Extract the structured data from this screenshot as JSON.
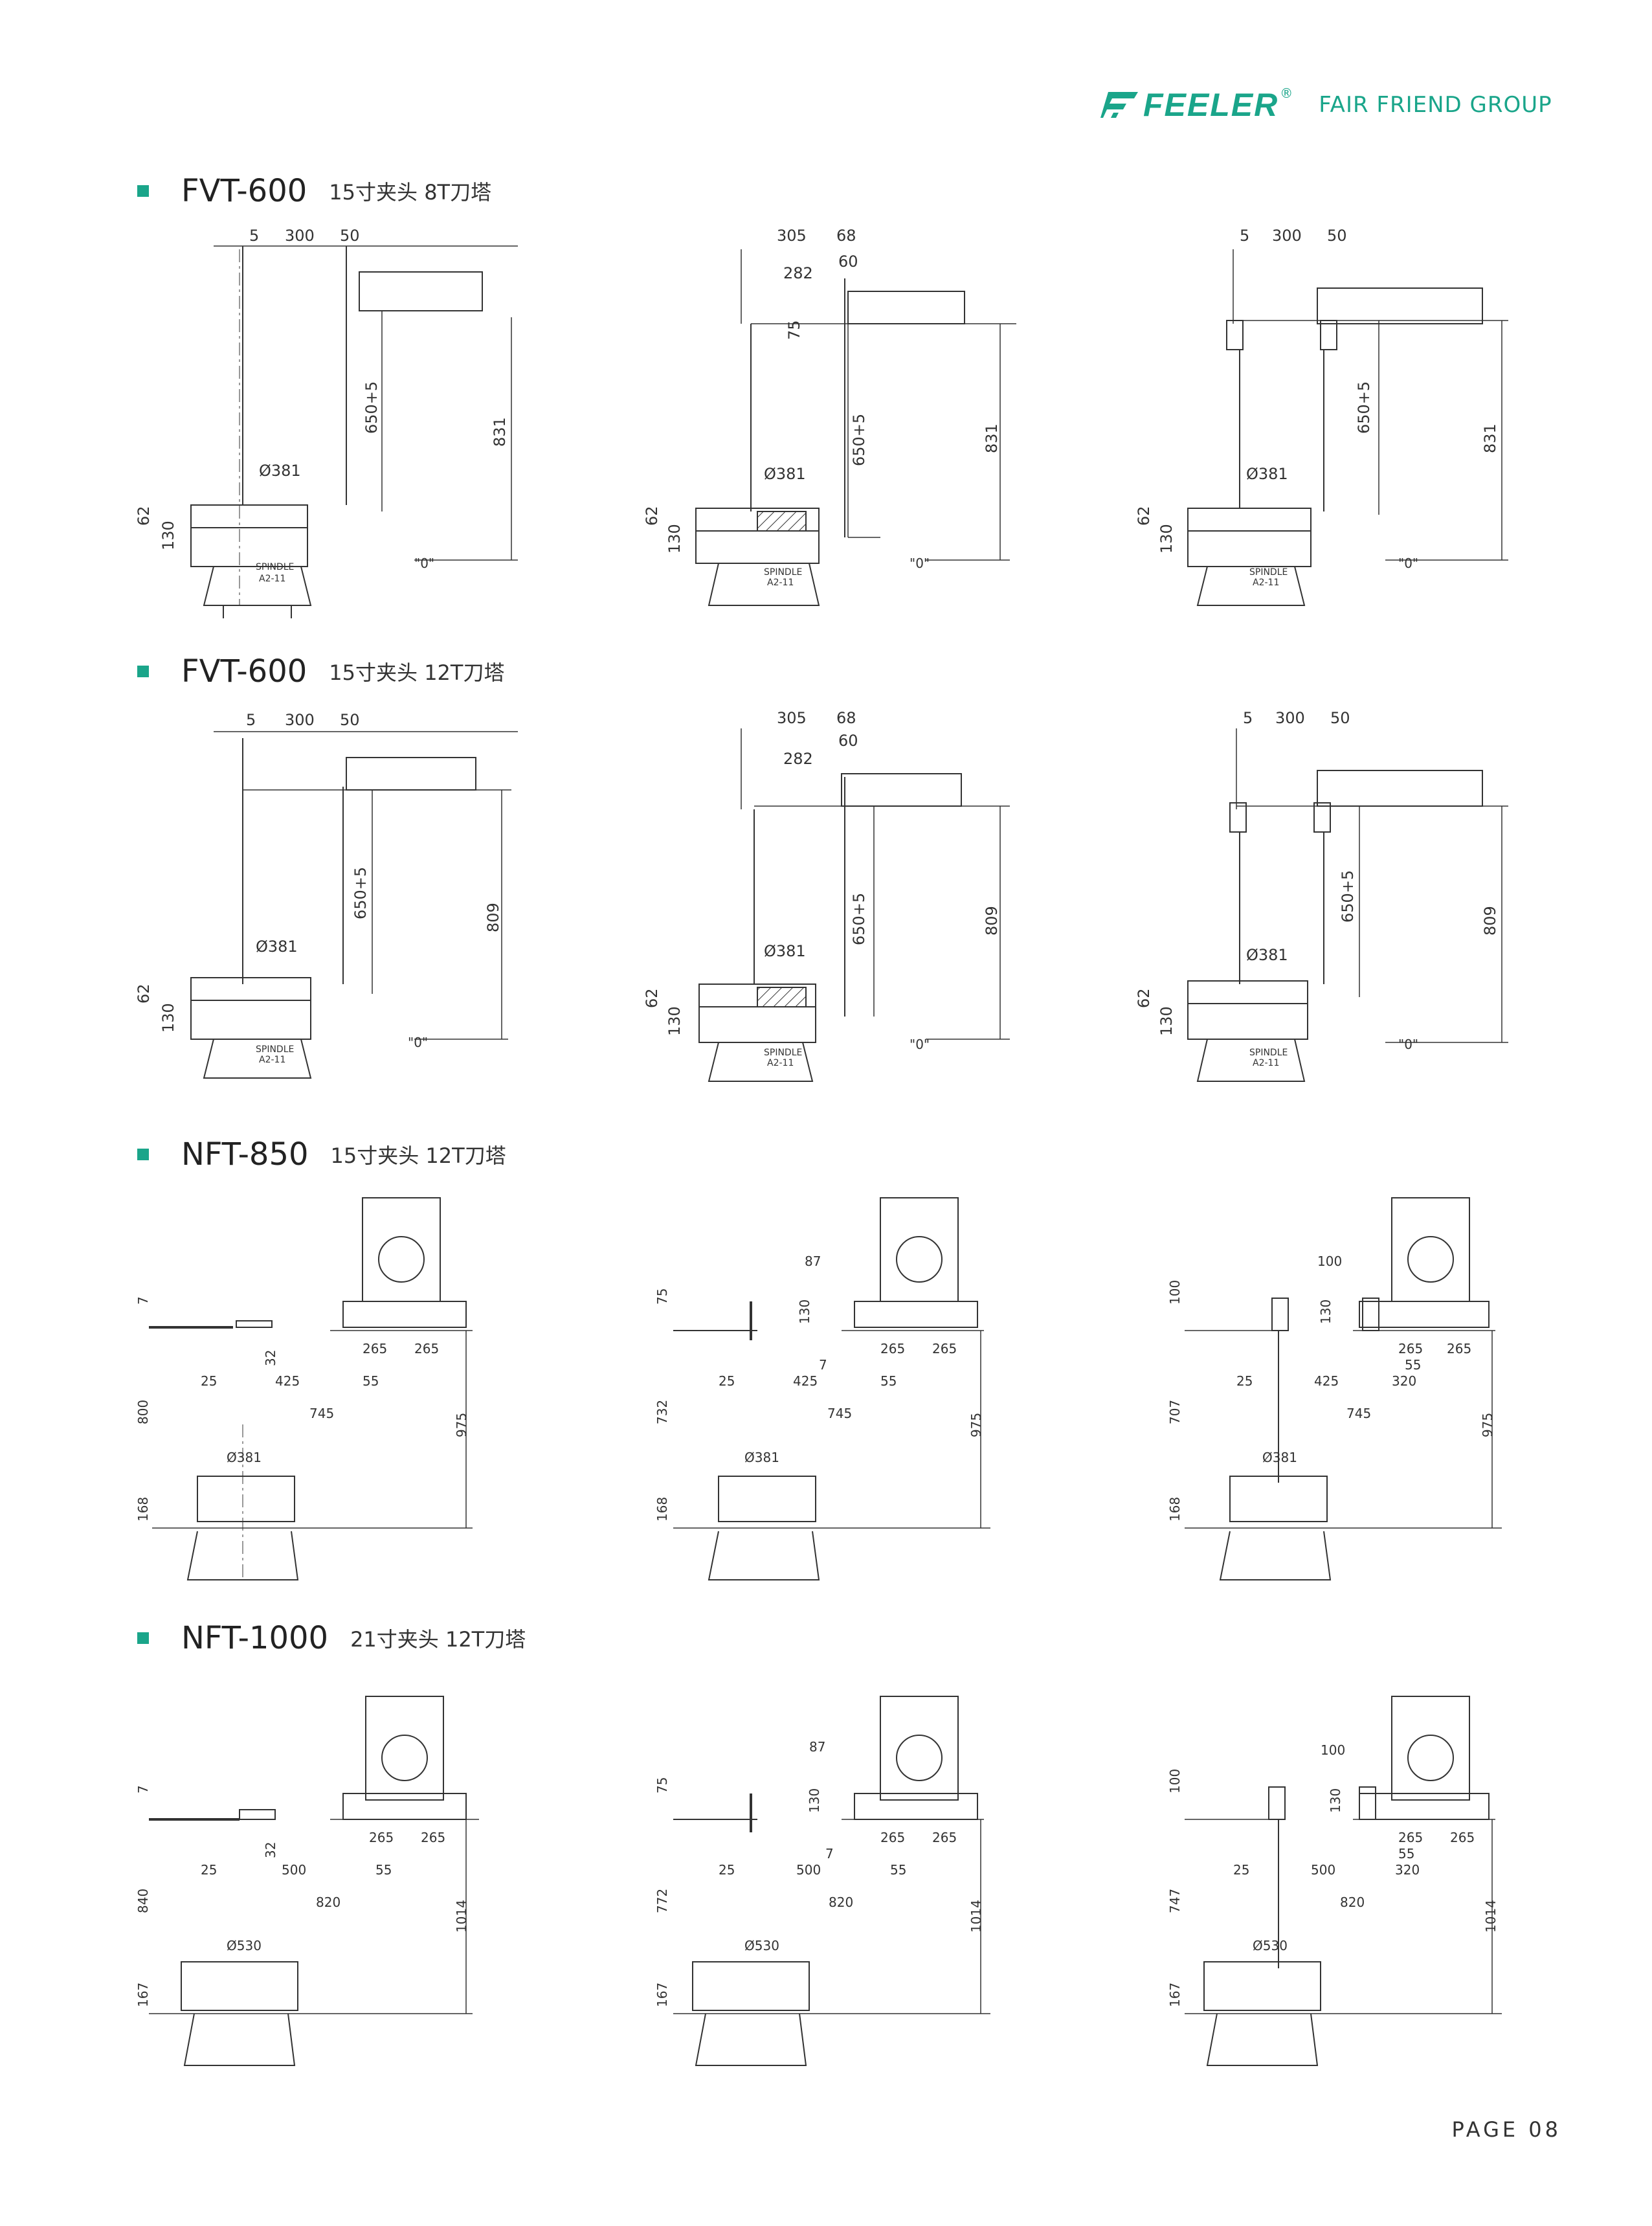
{
  "header": {
    "brand": "FEELER",
    "brand_mark": "®",
    "group": "FAIR FRIEND GROUP",
    "brand_color": "#1aa58a"
  },
  "sections": [
    {
      "model": "FVT-600",
      "spec": "15寸夹头 8T刀塔"
    },
    {
      "model": "FVT-600",
      "spec": "15寸夹头 12T刀塔"
    },
    {
      "model": "NFT-850",
      "spec": "15寸夹头 12T刀塔"
    },
    {
      "model": "NFT-1000",
      "spec": "21寸夹头 12T刀塔"
    }
  ],
  "fvt_labels": {
    "d_300": "300",
    "d_5": "5",
    "d_50": "50",
    "d_305": "305",
    "d_68": "68",
    "d_282": "282",
    "d_60": "60",
    "d_75": "75",
    "stroke": "650+5",
    "h_831": "831",
    "h_809": "809",
    "bore": "Ø381",
    "d_62": "62",
    "d_130": "130",
    "spindle": "SPINDLE",
    "spindle_nose": "A2-11",
    "zero": "\"0\""
  },
  "nft850_labels": {
    "d_7": "7",
    "d_75": "75",
    "d_100": "100",
    "d_87": "87",
    "d_130": "130",
    "d_32": "32",
    "d_265": "265",
    "d_25": "25",
    "d_425": "425",
    "d_55": "55",
    "d_320": "320",
    "d_745": "745",
    "h_800": "800",
    "h_732": "732",
    "h_707": "707",
    "h_975": "975",
    "bore": "Ø381",
    "d_168": "168"
  },
  "nft1000_labels": {
    "d_7": "7",
    "d_75": "75",
    "d_100": "100",
    "d_87": "87",
    "d_130": "130",
    "d_32": "32",
    "d_265": "265",
    "d_25": "25",
    "d_500": "500",
    "d_55": "55",
    "d_320": "320",
    "d_820": "820",
    "h_840": "840",
    "h_772": "772",
    "h_747": "747",
    "h_1014": "1014",
    "bore": "Ø530",
    "d_167": "167"
  },
  "footer": {
    "page": "PAGE 08"
  }
}
